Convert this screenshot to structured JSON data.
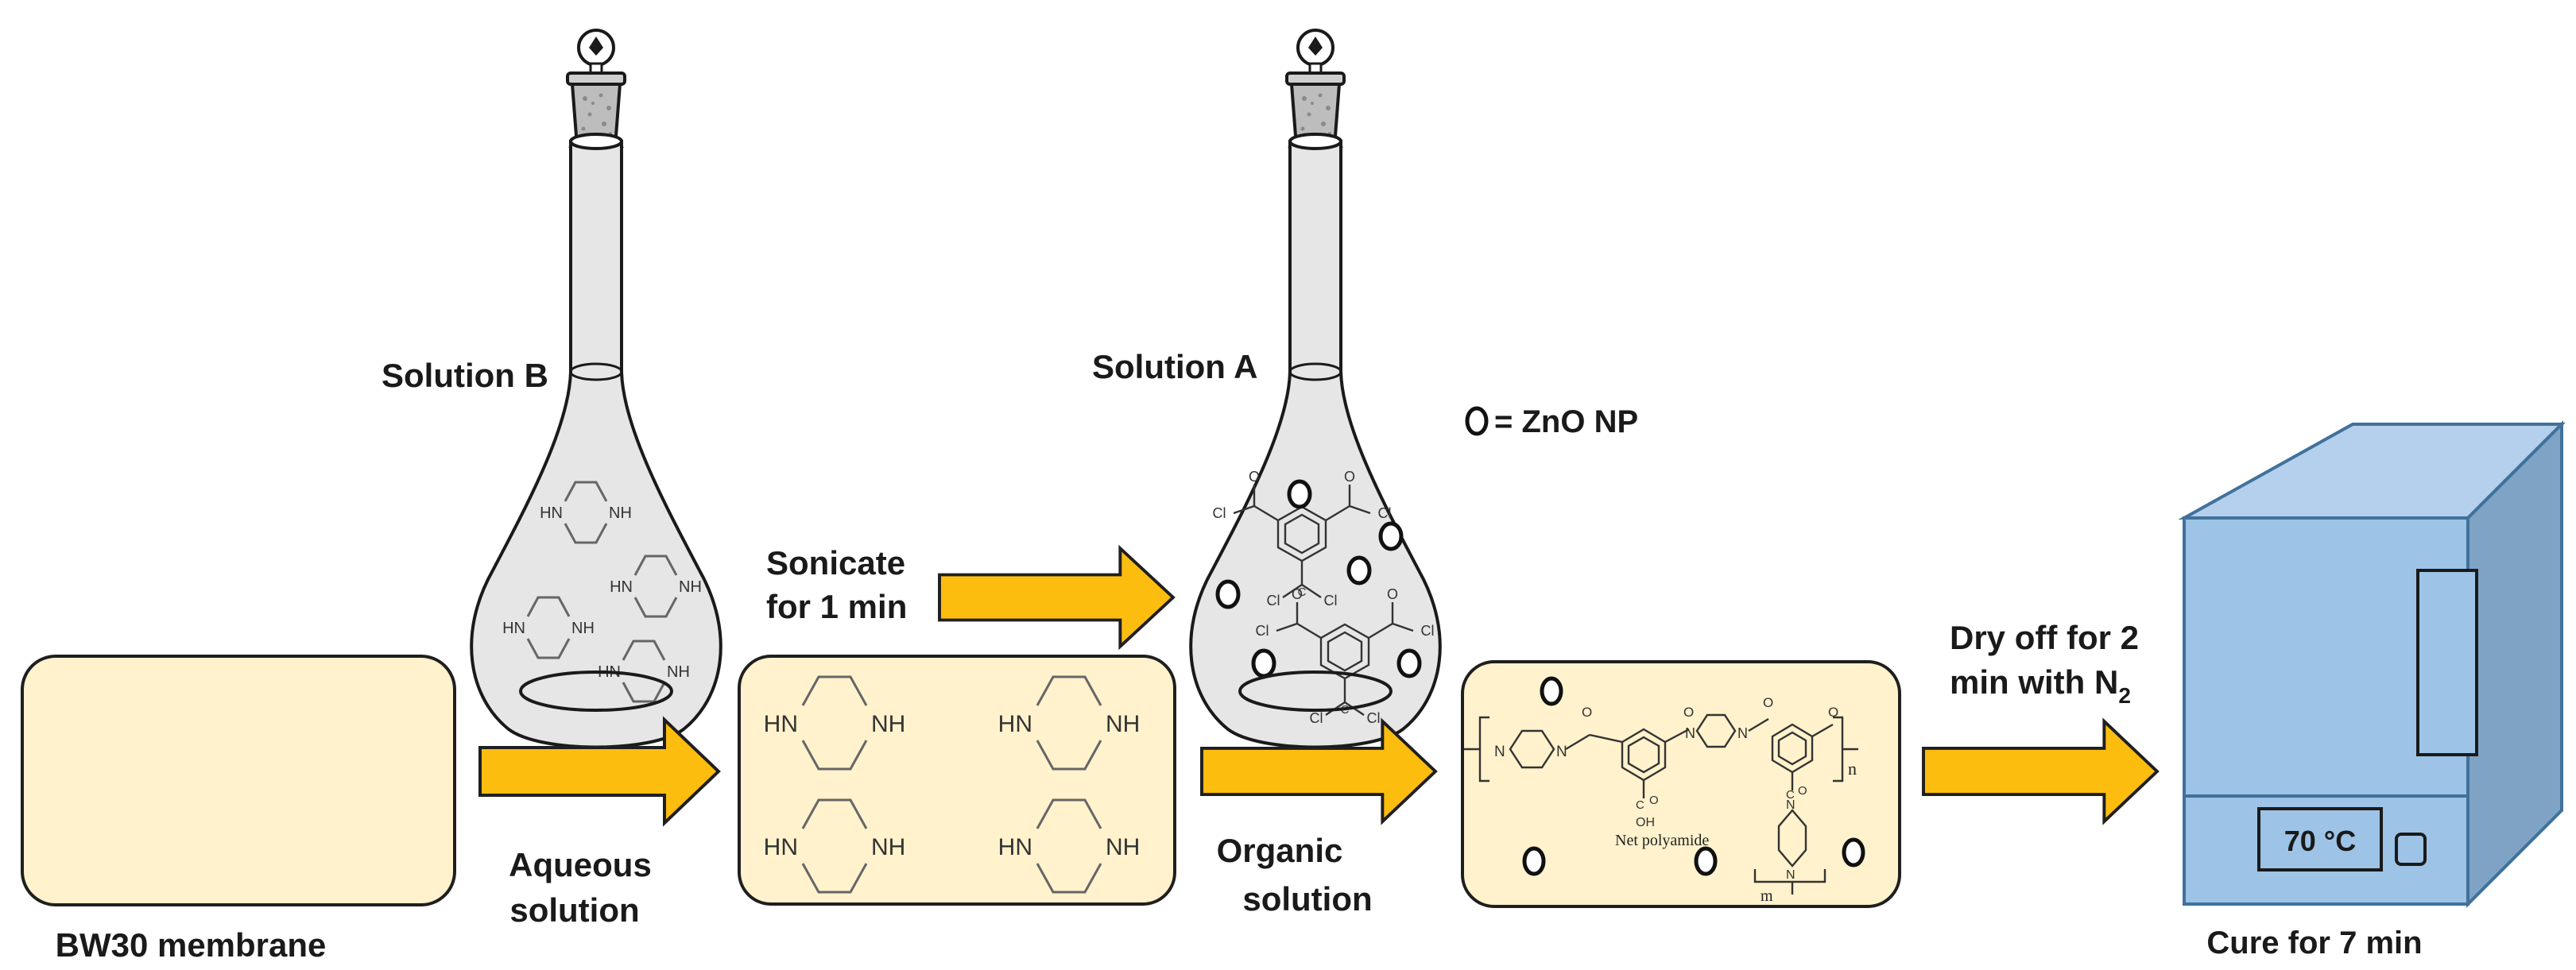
{
  "labels": {
    "solution_b": "Solution B",
    "solution_a": "Solution A",
    "legend": "= ZnO NP",
    "sonicate_line1": "Sonicate",
    "sonicate_line2": "for 1 min",
    "membrane": "BW30 membrane",
    "aqueous_line1": "Aqueous",
    "aqueous_line2": "solution",
    "organic_line1": "Organic",
    "organic_line2": "solution",
    "dry_line1": "Dry off for 2",
    "dry_line2_prefix": "min with N",
    "dry_line2_sub": "2",
    "oven_temp": "70 °C",
    "cure": "Cure for 7 min"
  },
  "chemistry": {
    "hn": "HN",
    "nh": "NH",
    "n": "N",
    "o": "O",
    "cl": "Cl",
    "c": "C",
    "oh": "OH",
    "net_polyamide": "Net polyamide",
    "sub_n": "n",
    "sub_m": "m"
  },
  "colors": {
    "panel_fill": "#fff2cc",
    "arrow_fill": "#fdbd0f",
    "glass_fill": "#e6e6e6",
    "oven_front": "#9dc3e6",
    "oven_top": "#b4d0ec",
    "oven_side": "#7fa3c4"
  },
  "icons": [
    "volumetric-flask-icon",
    "oven-icon",
    "zno-np-circle-icon",
    "right-arrow-icon"
  ]
}
